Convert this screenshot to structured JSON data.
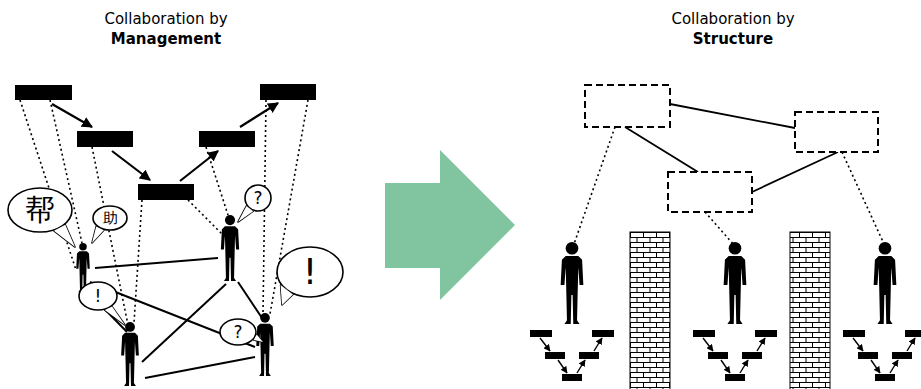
{
  "diagram": {
    "nodes": [
      {
        "text": [
          "帮"
        ]
      },
      {
        "text": [
          "助"
        ]
      },
      {
        "text": [
          "?"
        ]
      },
      {
        "text": [
          "!"
        ]
      },
      {
        "text": [
          "!"
        ]
      },
      {
        "text": [
          "?"
        ]
      }
    ],
    "labels": [
      "Collaboration by",
      "Management",
      "Collaboration by",
      "Structure"
    ]
  }
}
